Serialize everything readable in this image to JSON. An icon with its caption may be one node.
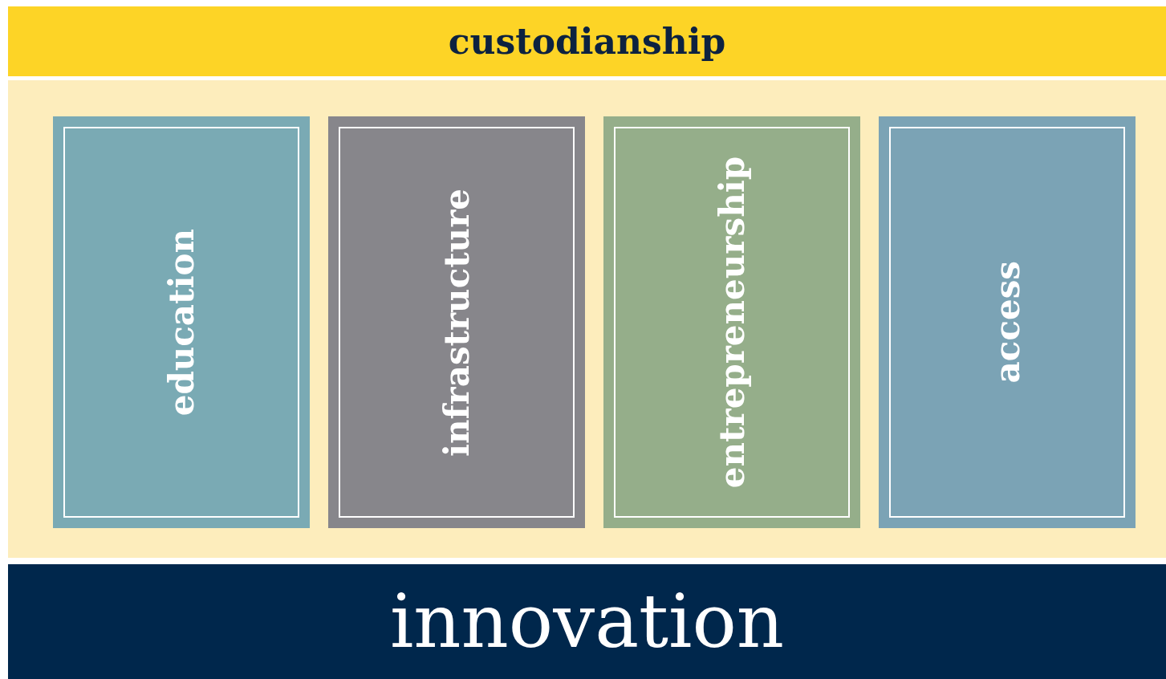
{
  "diagram": {
    "nodes": [
      {
        "text": [
          "custodianship"
        ]
      },
      {
        "text": [
          "education"
        ]
      },
      {
        "text": [
          "infrastructure"
        ]
      },
      {
        "text": [
          "entrepreneurship"
        ]
      },
      {
        "text": [
          "access"
        ]
      },
      {
        "text": [
          "innovation"
        ]
      }
    ]
  }
}
